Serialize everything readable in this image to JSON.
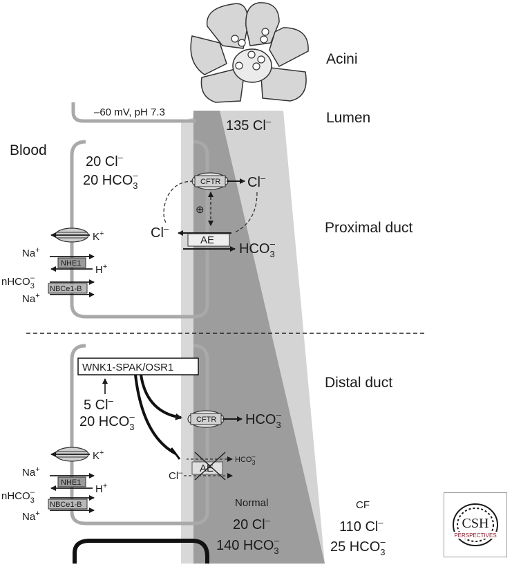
{
  "regions": {
    "acini": "Acini",
    "lumen": "Lumen",
    "blood": "Blood",
    "proximal_duct": "Proximal duct",
    "distal_duct": "Distal duct"
  },
  "lumen": {
    "membrane_potential": "–60 mV, pH 7.3",
    "cl_level": "135 Cl",
    "minus": "–"
  },
  "proximal_cell": {
    "cl": "20 Cl",
    "hco3": "20 HCO",
    "cftr": "CFTR",
    "cftr_product": "Cl",
    "stimulate": "⊕",
    "ae": "AE",
    "cl_out": "Cl",
    "hco3_out": "HCO",
    "k": "K",
    "na_top": "Na",
    "nhe1": "NHE1",
    "h": "H",
    "nhco3": "nHCO",
    "nbce1": "NBCe1-B",
    "na_bottom": "Na"
  },
  "distal_cell": {
    "kinase": "WNK1-SPAK/OSR1",
    "cl": "5 Cl",
    "hco3": "20 HCO",
    "cftr": "CFTR",
    "cftr_product": "HCO",
    "ae": "AE",
    "ae_hco3": "HCO",
    "ae_cl": "Cl",
    "k": "K",
    "na_top": "Na",
    "nhe1": "NHE1",
    "h": "H",
    "nhco3": "nHCO",
    "nbce1": "NBCe1-B",
    "na_bottom": "Na"
  },
  "normal": {
    "label": "Normal",
    "cl": "20 Cl",
    "hco3": "140 HCO"
  },
  "cf": {
    "label": "CF",
    "cl": "110 Cl",
    "hco3": "25 HCO"
  },
  "logo": {
    "text": "CSH",
    "subtitle": "PERSPECTIVES"
  },
  "colors": {
    "dark_wedge": "#9d9d9d",
    "light_wedge": "#d4d4d4",
    "acini": "#d6d6d6",
    "box_fill": "#c9c9c9",
    "logo_red": "#8b1c2c"
  }
}
